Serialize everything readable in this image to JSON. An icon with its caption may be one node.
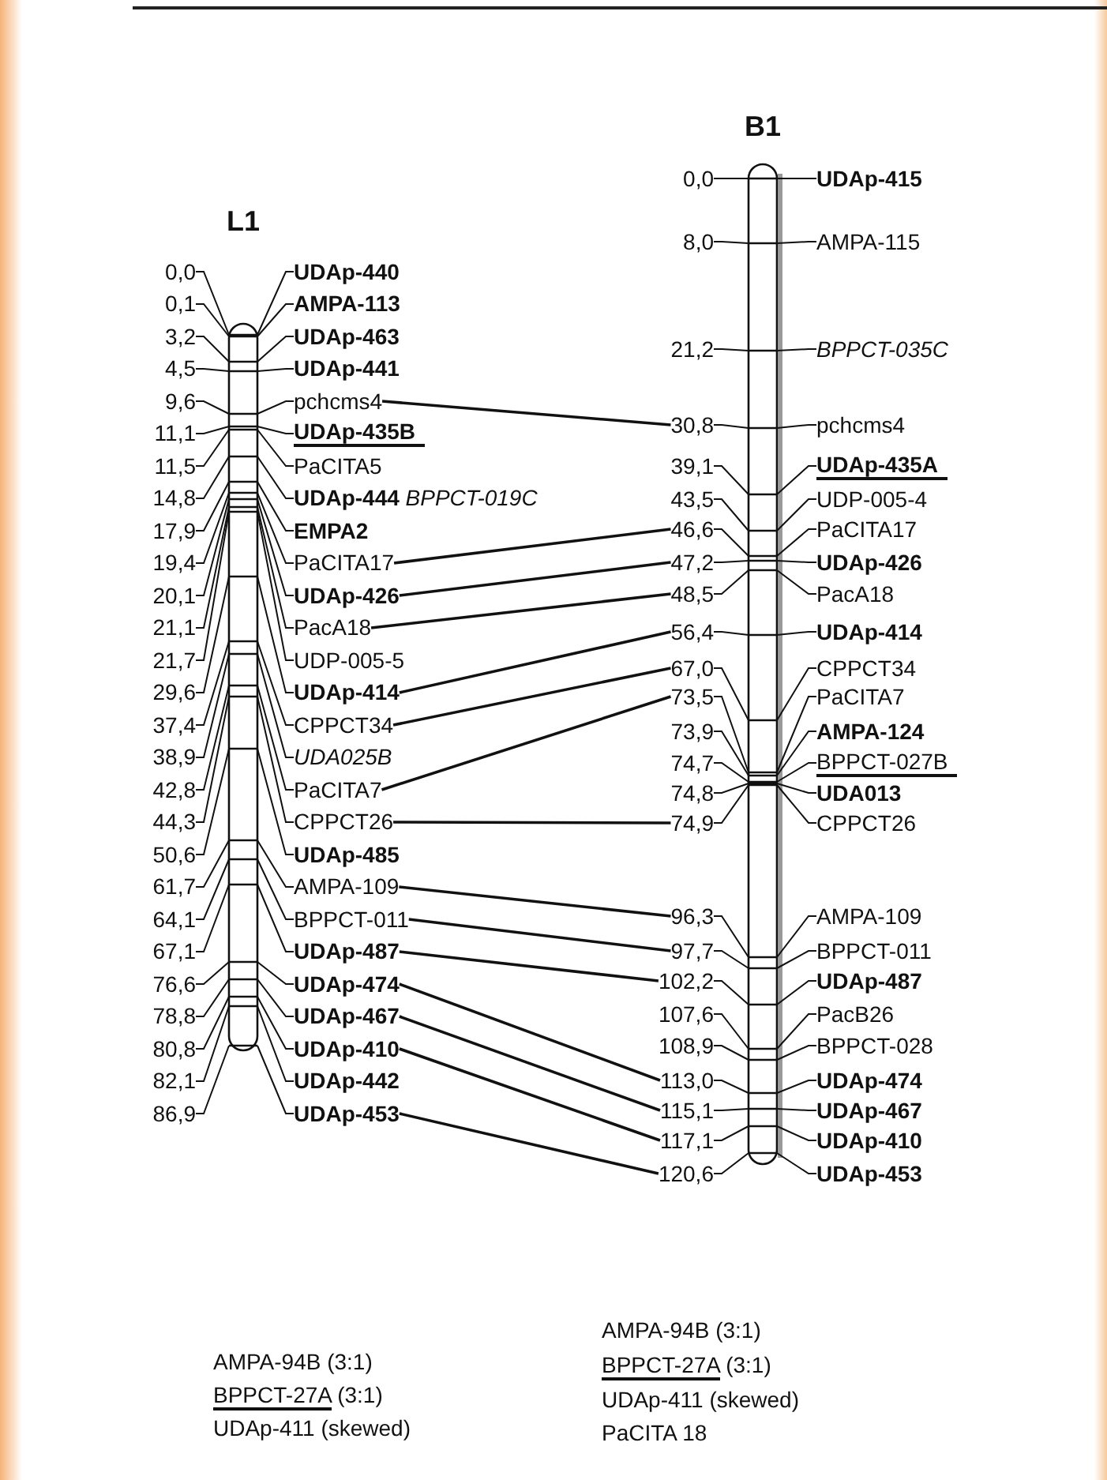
{
  "diagram": {
    "nodes": [
      {
        "text": [
          "L1"
        ]
      },
      {
        "text": [
          "0,0"
        ]
      },
      {
        "text": [
          "**UDAp-440**"
        ]
      },
      {
        "text": [
          "0,1"
        ]
      },
      {
        "text": [
          "**AMPA-113**"
        ]
      },
      {
        "text": [
          "3,2"
        ]
      },
      {
        "text": [
          "**UDAp-463**"
        ]
      },
      {
        "text": [
          "4,5"
        ]
      },
      {
        "text": [
          "**UDAp-441**"
        ]
      },
      {
        "text": [
          "9,6"
        ]
      },
      {
        "text": [
          "pchcms4"
        ]
      },
      {
        "text": [
          "11,1"
        ]
      },
      {
        "text": [
          "**UDAp-435B**"
        ]
      },
      {
        "text": [
          "11,5"
        ]
      },
      {
        "text": [
          "PaCITA5"
        ]
      },
      {
        "text": [
          "14,8"
        ]
      },
      {
        "text": [
          "**UDAp-444** *BPPCT-019C*"
        ]
      },
      {
        "text": [
          "17,9"
        ]
      },
      {
        "text": [
          "**EMPA2**"
        ]
      },
      {
        "text": [
          "19,4"
        ]
      },
      {
        "text": [
          "PaCITA17"
        ]
      },
      {
        "text": [
          "20,1"
        ]
      },
      {
        "text": [
          "**UDAp-426**"
        ]
      },
      {
        "text": [
          "21,1"
        ]
      },
      {
        "text": [
          "PacA18"
        ]
      },
      {
        "text": [
          "21,7"
        ]
      },
      {
        "text": [
          "UDP-005-5"
        ]
      },
      {
        "text": [
          "29,6"
        ]
      },
      {
        "text": [
          "**UDAp-414**"
        ]
      },
      {
        "text": [
          "37,4"
        ]
      },
      {
        "text": [
          "CPPCT34"
        ]
      },
      {
        "text": [
          "38,9"
        ]
      },
      {
        "text": [
          "*UDA025B*"
        ]
      },
      {
        "text": [
          "42,8"
        ]
      },
      {
        "text": [
          "PaCITA7"
        ]
      },
      {
        "text": [
          "44,3"
        ]
      },
      {
        "text": [
          "CPPCT26"
        ]
      },
      {
        "text": [
          "50,6"
        ]
      },
      {
        "text": [
          "**UDAp-485**"
        ]
      },
      {
        "text": [
          "61,7"
        ]
      },
      {
        "text": [
          "AMPA-109"
        ]
      },
      {
        "text": [
          "64,1"
        ]
      },
      {
        "text": [
          "BPPCT-011"
        ]
      },
      {
        "text": [
          "67,1"
        ]
      },
      {
        "text": [
          "**UDAp-487**"
        ]
      },
      {
        "text": [
          "76,6"
        ]
      },
      {
        "text": [
          "**UDAp-474**"
        ]
      },
      {
        "text": [
          "78,8"
        ]
      },
      {
        "text": [
          "**UDAp-467**"
        ]
      },
      {
        "text": [
          "80,8"
        ]
      },
      {
        "text": [
          "**UDAp-410**"
        ]
      },
      {
        "text": [
          "82,1"
        ]
      },
      {
        "text": [
          "**UDAp-442**"
        ]
      },
      {
        "text": [
          "86,9"
        ]
      },
      {
        "text": [
          "**UDAp-453**"
        ]
      },
      {
        "text": [
          "B1"
        ]
      },
      {
        "text": [
          "0,0"
        ]
      },
      {
        "text": [
          "**UDAp-415**"
        ]
      },
      {
        "text": [
          "8,0"
        ]
      },
      {
        "text": [
          "AMPA-115"
        ]
      },
      {
        "text": [
          "21,2"
        ]
      },
      {
        "text": [
          "*BPPCT-035C*"
        ]
      },
      {
        "text": [
          "30,8"
        ]
      },
      {
        "text": [
          "pchcms4"
        ]
      },
      {
        "text": [
          "39,1"
        ]
      },
      {
        "text": [
          "**UDAp-435A**"
        ]
      },
      {
        "text": [
          "43,5"
        ]
      },
      {
        "text": [
          "UDP-005-4"
        ]
      },
      {
        "text": [
          "46,6"
        ]
      },
      {
        "text": [
          "PaCITA17"
        ]
      },
      {
        "text": [
          "47,2"
        ]
      },
      {
        "text": [
          "**UDAp-426**"
        ]
      },
      {
        "text": [
          "48,5"
        ]
      },
      {
        "text": [
          "PacA18"
        ]
      },
      {
        "text": [
          "56,4"
        ]
      },
      {
        "text": [
          "**UDAp-414**"
        ]
      },
      {
        "text": [
          "67,0"
        ]
      },
      {
        "text": [
          "CPPCT34"
        ]
      },
      {
        "text": [
          "73,5"
        ]
      },
      {
        "text": [
          "PaCITA7"
        ]
      },
      {
        "text": [
          "73,9"
        ]
      },
      {
        "text": [
          "**AMPA-124**"
        ]
      },
      {
        "text": [
          "74,7"
        ]
      },
      {
        "text": [
          "BPPCT-027B"
        ]
      },
      {
        "text": [
          "74,8"
        ]
      },
      {
        "text": [
          "**UDA013**"
        ]
      },
      {
        "text": [
          "74,9"
        ]
      },
      {
        "text": [
          "CPPCT26"
        ]
      },
      {
        "text": [
          "96,3"
        ]
      },
      {
        "text": [
          "AMPA-109"
        ]
      },
      {
        "text": [
          "97,7"
        ]
      },
      {
        "text": [
          "BPPCT-011"
        ]
      },
      {
        "text": [
          "102,2"
        ]
      },
      {
        "text": [
          "**UDAp-487**"
        ]
      },
      {
        "text": [
          "107,6"
        ]
      },
      {
        "text": [
          "PacB26"
        ]
      },
      {
        "text": [
          "108,9"
        ]
      },
      {
        "text": [
          "BPPCT-028"
        ]
      },
      {
        "text": [
          "113,0"
        ]
      },
      {
        "text": [
          "**UDAp-474**"
        ]
      },
      {
        "text": [
          "115,1"
        ]
      },
      {
        "text": [
          "**UDAp-467**"
        ]
      },
      {
        "text": [
          "117,1"
        ]
      },
      {
        "text": [
          "**UDAp-410**"
        ]
      },
      {
        "text": [
          "120,6"
        ]
      },
      {
        "text": [
          "**UDAp-453**"
        ]
      }
    ],
    "edges": [
      {
        "from": 10,
        "to": 62,
        "arrow": "none"
      },
      {
        "from": 20,
        "to": 68,
        "arrow": "none"
      },
      {
        "from": 22,
        "to": 70,
        "arrow": "none"
      },
      {
        "from": 24,
        "to": 72,
        "arrow": "none"
      },
      {
        "from": 28,
        "to": 74,
        "arrow": "none"
      },
      {
        "from": 30,
        "to": 76,
        "arrow": "none"
      },
      {
        "from": 34,
        "to": 78,
        "arrow": "none"
      },
      {
        "from": 36,
        "to": 86,
        "arrow": "none"
      },
      {
        "from": 40,
        "to": 88,
        "arrow": "none"
      },
      {
        "from": 42,
        "to": 90,
        "arrow": "none"
      },
      {
        "from": 44,
        "to": 92,
        "arrow": "none"
      },
      {
        "from": 46,
        "to": 98,
        "arrow": "none"
      },
      {
        "from": 48,
        "to": 100,
        "arrow": "none"
      },
      {
        "from": 50,
        "to": 102,
        "arrow": "none"
      },
      {
        "from": 54,
        "to": 104,
        "arrow": "none"
      },
      {
        "from": 1,
        "to": 0,
        "arrow": "none"
      },
      {
        "from": 2,
        "to": 0,
        "arrow": "none"
      },
      {
        "from": 3,
        "to": 0,
        "arrow": "none"
      },
      {
        "from": 4,
        "to": 0,
        "arrow": "none"
      },
      {
        "from": 5,
        "to": 0,
        "arrow": "none"
      },
      {
        "from": 6,
        "to": 0,
        "arrow": "none"
      },
      {
        "from": 7,
        "to": 0,
        "arrow": "none"
      },
      {
        "from": 8,
        "to": 0,
        "arrow": "none"
      },
      {
        "from": 9,
        "to": 0,
        "arrow": "none"
      },
      {
        "from": 10,
        "to": 0,
        "arrow": "none"
      },
      {
        "from": 11,
        "to": 0,
        "arrow": "none"
      },
      {
        "from": 12,
        "to": 0,
        "arrow": "none"
      },
      {
        "from": 13,
        "to": 0,
        "arrow": "none"
      },
      {
        "from": 14,
        "to": 0,
        "arrow": "none"
      },
      {
        "from": 15,
        "to": 0,
        "arrow": "none"
      },
      {
        "from": 16,
        "to": 0,
        "arrow": "none"
      },
      {
        "from": 17,
        "to": 0,
        "arrow": "none"
      },
      {
        "from": 18,
        "to": 0,
        "arrow": "none"
      },
      {
        "from": 19,
        "to": 0,
        "arrow": "none"
      },
      {
        "from": 20,
        "to": 0,
        "arrow": "none"
      },
      {
        "from": 21,
        "to": 0,
        "arrow": "none"
      },
      {
        "from": 22,
        "to": 0,
        "arrow": "none"
      },
      {
        "from": 23,
        "to": 0,
        "arrow": "none"
      },
      {
        "from": 24,
        "to": 0,
        "arrow": "none"
      },
      {
        "from": 25,
        "to": 0,
        "arrow": "none"
      },
      {
        "from": 26,
        "to": 0,
        "arrow": "none"
      },
      {
        "from": 27,
        "to": 0,
        "arrow": "none"
      },
      {
        "from": 28,
        "to": 0,
        "arrow": "none"
      },
      {
        "from": 29,
        "to": 0,
        "arrow": "none"
      },
      {
        "from": 30,
        "to": 0,
        "arrow": "none"
      },
      {
        "from": 31,
        "to": 0,
        "arrow": "none"
      },
      {
        "from": 32,
        "to": 0,
        "arrow": "none"
      },
      {
        "from": 33,
        "to": 0,
        "arrow": "none"
      },
      {
        "from": 34,
        "to": 0,
        "arrow": "none"
      },
      {
        "from": 35,
        "to": 0,
        "arrow": "none"
      },
      {
        "from": 36,
        "to": 0,
        "arrow": "none"
      },
      {
        "from": 37,
        "to": 0,
        "arrow": "none"
      },
      {
        "from": 38,
        "to": 0,
        "arrow": "none"
      },
      {
        "from": 39,
        "to": 0,
        "arrow": "none"
      },
      {
        "from": 40,
        "to": 0,
        "arrow": "none"
      },
      {
        "from": 41,
        "to": 0,
        "arrow": "none"
      },
      {
        "from": 42,
        "to": 0,
        "arrow": "none"
      },
      {
        "from": 43,
        "to": 0,
        "arrow": "none"
      },
      {
        "from": 44,
        "to": 0,
        "arrow": "none"
      },
      {
        "from": 45,
        "to": 0,
        "arrow": "none"
      },
      {
        "from": 46,
        "to": 0,
        "arrow": "none"
      },
      {
        "from": 47,
        "to": 0,
        "arrow": "none"
      },
      {
        "from": 48,
        "to": 0,
        "arrow": "none"
      },
      {
        "from": 49,
        "to": 0,
        "arrow": "none"
      },
      {
        "from": 50,
        "to": 0,
        "arrow": "none"
      },
      {
        "from": 51,
        "to": 0,
        "arrow": "none"
      },
      {
        "from": 52,
        "to": 0,
        "arrow": "none"
      },
      {
        "from": 53,
        "to": 0,
        "arrow": "none"
      },
      {
        "from": 54,
        "to": 0,
        "arrow": "none"
      },
      {
        "from": 56,
        "to": 55,
        "arrow": "none"
      },
      {
        "from": 57,
        "to": 55,
        "arrow": "none"
      },
      {
        "from": 58,
        "to": 55,
        "arrow": "none"
      },
      {
        "from": 59,
        "to": 55,
        "arrow": "none"
      },
      {
        "from": 60,
        "to": 55,
        "arrow": "none"
      },
      {
        "from": 61,
        "to": 55,
        "arrow": "none"
      },
      {
        "from": 62,
        "to": 55,
        "arrow": "none"
      },
      {
        "from": 63,
        "to": 55,
        "arrow": "none"
      },
      {
        "from": 64,
        "to": 55,
        "arrow": "none"
      },
      {
        "from": 65,
        "to": 55,
        "arrow": "none"
      },
      {
        "from": 66,
        "to": 55,
        "arrow": "none"
      },
      {
        "from": 67,
        "to": 55,
        "arrow": "none"
      },
      {
        "from": 68,
        "to": 55,
        "arrow": "none"
      },
      {
        "from": 69,
        "to": 55,
        "arrow": "none"
      },
      {
        "from": 70,
        "to": 55,
        "arrow": "none"
      },
      {
        "from": 71,
        "to": 55,
        "arrow": "none"
      },
      {
        "from": 72,
        "to": 55,
        "arrow": "none"
      },
      {
        "from": 73,
        "to": 55,
        "arrow": "none"
      },
      {
        "from": 74,
        "to": 55,
        "arrow": "none"
      },
      {
        "from": 75,
        "to": 55,
        "arrow": "none"
      },
      {
        "from": 76,
        "to": 55,
        "arrow": "none"
      },
      {
        "from": 77,
        "to": 55,
        "arrow": "none"
      },
      {
        "from": 78,
        "to": 55,
        "arrow": "none"
      },
      {
        "from": 79,
        "to": 55,
        "arrow": "none"
      },
      {
        "from": 80,
        "to": 55,
        "arrow": "none"
      },
      {
        "from": 81,
        "to": 55,
        "arrow": "none"
      },
      {
        "from": 82,
        "to": 55,
        "arrow": "none"
      },
      {
        "from": 83,
        "to": 55,
        "arrow": "none"
      },
      {
        "from": 84,
        "to": 55,
        "arrow": "none"
      },
      {
        "from": 85,
        "to": 55,
        "arrow": "none"
      },
      {
        "from": 86,
        "to": 55,
        "arrow": "none"
      },
      {
        "from": 87,
        "to": 55,
        "arrow": "none"
      },
      {
        "from": 88,
        "to": 55,
        "arrow": "none"
      },
      {
        "from": 89,
        "to": 55,
        "arrow": "none"
      },
      {
        "from": 90,
        "to": 55,
        "arrow": "none"
      },
      {
        "from": 91,
        "to": 55,
        "arrow": "none"
      },
      {
        "from": 92,
        "to": 55,
        "arrow": "none"
      },
      {
        "from": 93,
        "to": 55,
        "arrow": "none"
      },
      {
        "from": 94,
        "to": 55,
        "arrow": "none"
      },
      {
        "from": 95,
        "to": 55,
        "arrow": "none"
      },
      {
        "from": 96,
        "to": 55,
        "arrow": "none"
      },
      {
        "from": 97,
        "to": 55,
        "arrow": "none"
      },
      {
        "from": 98,
        "to": 55,
        "arrow": "none"
      },
      {
        "from": 99,
        "to": 55,
        "arrow": "none"
      },
      {
        "from": 100,
        "to": 55,
        "arrow": "none"
      },
      {
        "from": 101,
        "to": 55,
        "arrow": "none"
      },
      {
        "from": 102,
        "to": 55,
        "arrow": "none"
      },
      {
        "from": 103,
        "to": 55,
        "arrow": "none"
      },
      {
        "from": 104,
        "to": 55,
        "arrow": "none"
      },
      {
        "from": 105,
        "to": 55,
        "arrow": "none"
      }
    ],
    "labels": [
      "AMPA-94B (3:1)",
      "BPPCT-27A (3:1)",
      "UDAp-411 (skewed)",
      "AMPA-94B (3:1)",
      "BPPCT-27A (3:1)",
      "UDAp-411 (skewed)",
      "PaCITA 18"
    ]
  }
}
